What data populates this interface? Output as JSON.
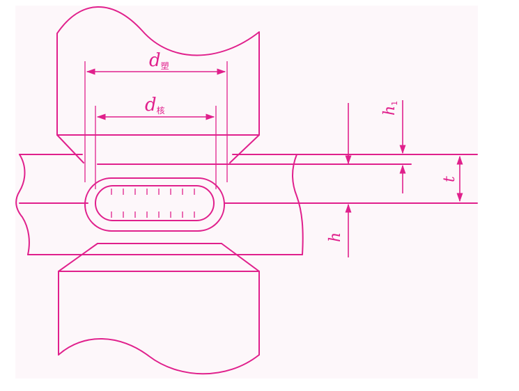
{
  "colors": {
    "ink": "#e0208c",
    "paper": "#fdf7fa"
  },
  "labels": {
    "d_su": {
      "main": "d",
      "sub": "塑"
    },
    "d_he": {
      "main": "d",
      "sub": "核"
    },
    "h1": {
      "main": "h",
      "sub": "1"
    },
    "t": {
      "main": "t",
      "sub": ""
    },
    "h": {
      "main": "h",
      "sub": ""
    }
  }
}
